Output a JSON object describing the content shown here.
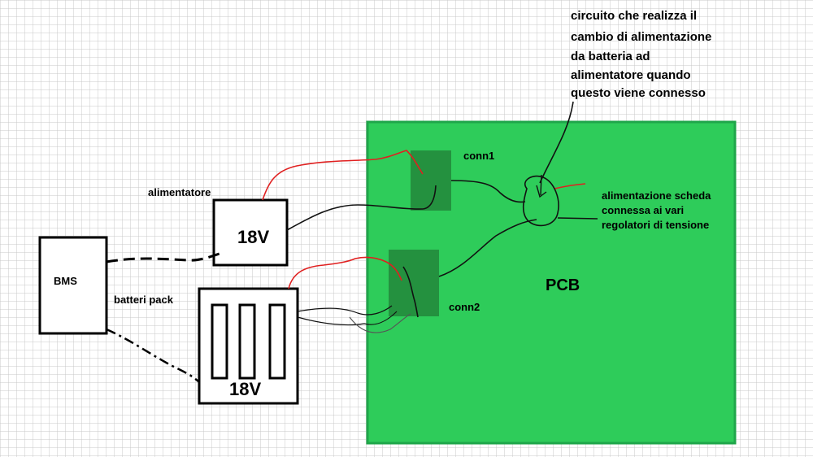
{
  "labels": {
    "bms": "BMS",
    "battery_pack": "batteri pack",
    "psu": "alimentatore",
    "psu_voltage": "18V",
    "battery_voltage": "18V",
    "conn1": "conn1",
    "conn2": "conn2",
    "pcb": "PCB"
  },
  "annotation_top": [
    "circuito che realizza il",
    "cambio di alimentazione",
    "da batteria ad",
    "alimentatore quando",
    "questo viene connesso"
  ],
  "annotation_right": [
    "alimentazione scheda",
    "connessa ai vari",
    "regolatori di tensione"
  ],
  "colors": {
    "grid": "#c8c8c8",
    "pcb_fill": "#2ecc5a",
    "pcb_border": "#1fa64a",
    "connector_fill": "#24913f",
    "red_wire": "#e02020",
    "black_wire": "#111111"
  }
}
